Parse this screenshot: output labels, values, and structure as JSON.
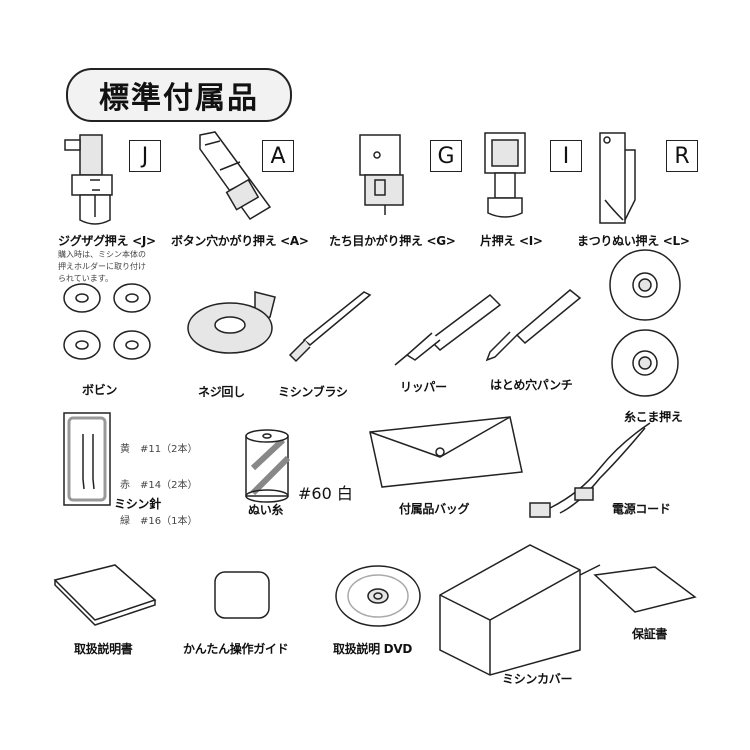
{
  "title": "標準付属品",
  "presser_feet": [
    {
      "letter": "J",
      "label": "ジグザグ押え <J>"
    },
    {
      "letter": "A",
      "label": "ボタン穴かがり押え <A>"
    },
    {
      "letter": "G",
      "label": "たち目かがり押え <G>"
    },
    {
      "letter": "I",
      "label": "片押え <I>"
    },
    {
      "letter": "R",
      "label": "まつりぬい押え <L>"
    }
  ],
  "zigzag_note": [
    "購入時は、ミシン本体の",
    "押えホルダーに取り付け",
    "られています。"
  ],
  "accessories": {
    "bobbin": "ボビン",
    "screwdriver": "ネジ回し",
    "brush": "ミシンブラシ",
    "ripper": "リッパー",
    "eyelet_punch": "はとめ穴パンチ",
    "spool_cap": "糸こま押え",
    "needles": "ミシン針",
    "needle_spec": [
      "黄　#11（2本）",
      "赤　#14（2本）",
      "緑　#16（1本）"
    ],
    "thread": "ぬい糸",
    "thread_spec": "#60 白",
    "bag": "付属品バッグ",
    "power_cord": "電源コード",
    "manual": "取扱説明書",
    "quick_guide": "かんたん操作ガイド",
    "dvd": "取扱説明 DVD",
    "cover": "ミシンカバー",
    "warranty": "保証書"
  }
}
